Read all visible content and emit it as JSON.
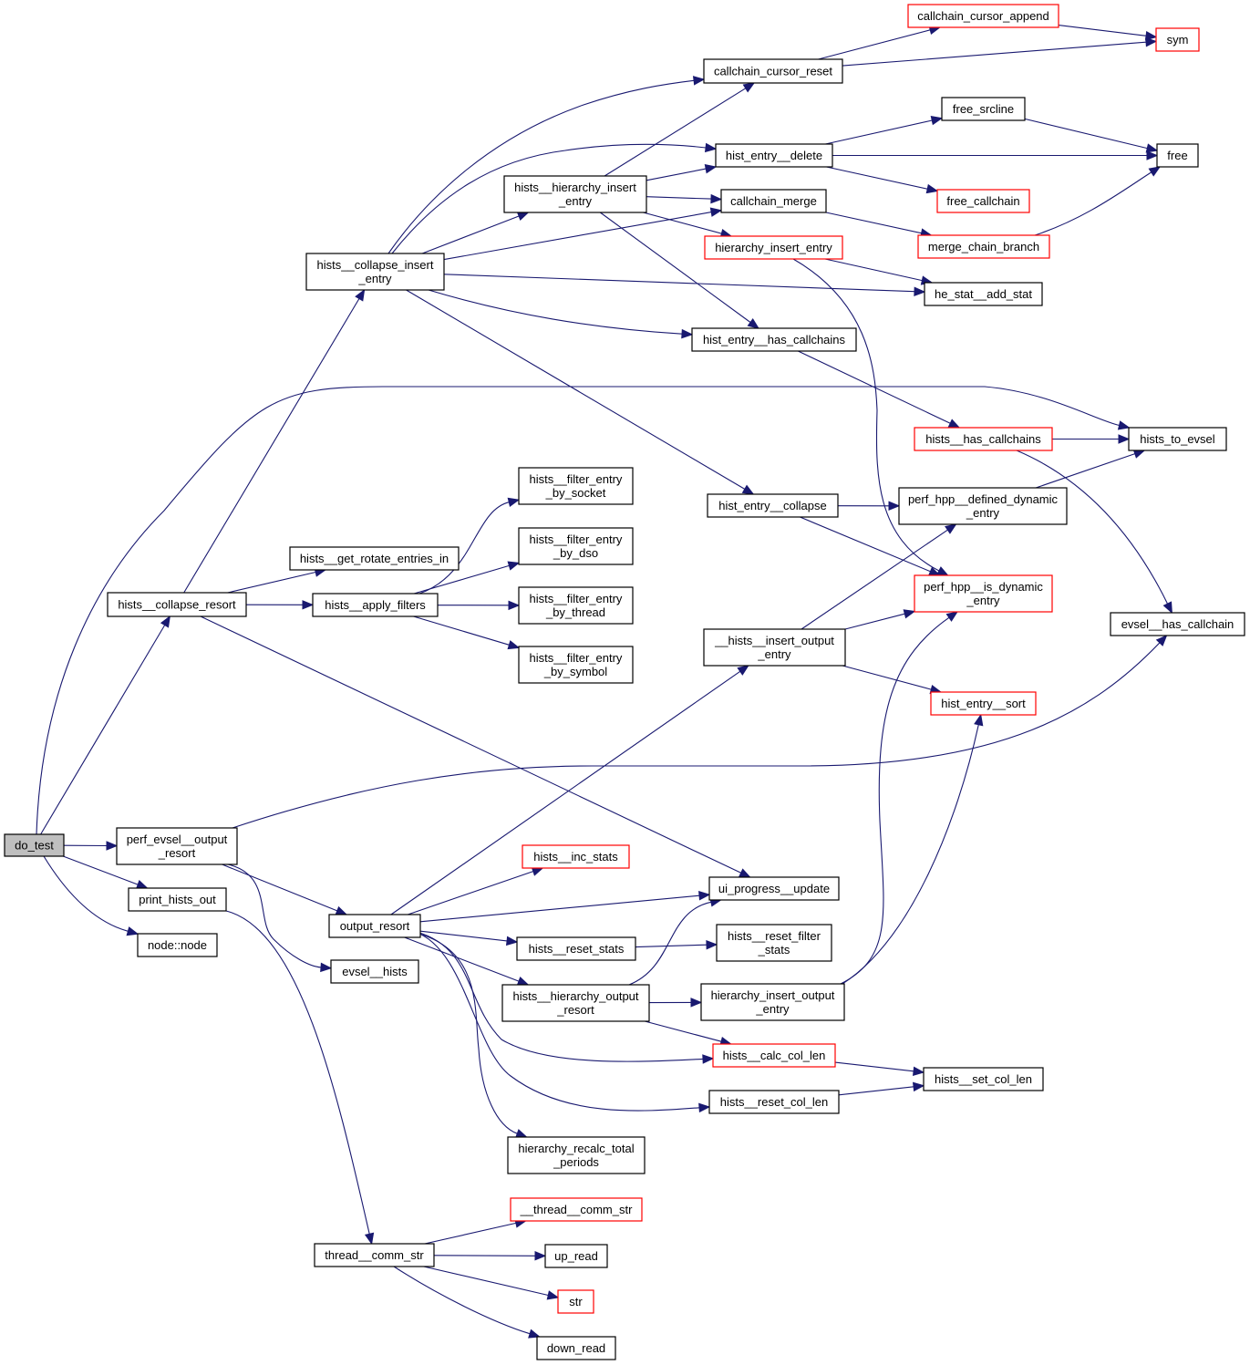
{
  "title": "do_test call graph",
  "colors": {
    "edge": "#191970",
    "node_border": "#000000",
    "node_border_truncated": "#ff0000",
    "root_fill": "#bfbfbf"
  },
  "nodes": [
    {
      "id": "do_test",
      "label": [
        "do_test"
      ],
      "style": "root"
    },
    {
      "id": "hists__collapse_resort",
      "label": [
        "hists__collapse_resort"
      ],
      "style": "normal"
    },
    {
      "id": "perf_evsel__output_resort",
      "label": [
        "perf_evsel__output",
        "_resort"
      ],
      "style": "normal"
    },
    {
      "id": "print_hists_out",
      "label": [
        "print_hists_out"
      ],
      "style": "normal"
    },
    {
      "id": "node_node",
      "label": [
        "node::node"
      ],
      "style": "normal"
    },
    {
      "id": "hists__collapse_insert_entry",
      "label": [
        "hists__collapse_insert",
        "_entry"
      ],
      "style": "normal"
    },
    {
      "id": "hists__get_rotate_entries_in",
      "label": [
        "hists__get_rotate_entries_in"
      ],
      "style": "normal"
    },
    {
      "id": "hists__apply_filters",
      "label": [
        "hists__apply_filters"
      ],
      "style": "normal"
    },
    {
      "id": "output_resort",
      "label": [
        "output_resort"
      ],
      "style": "normal"
    },
    {
      "id": "evsel__hists",
      "label": [
        "evsel__hists"
      ],
      "style": "normal"
    },
    {
      "id": "thread__comm_str",
      "label": [
        "thread__comm_str"
      ],
      "style": "normal"
    },
    {
      "id": "hists__hierarchy_insert_entry",
      "label": [
        "hists__hierarchy_insert",
        "_entry"
      ],
      "style": "normal"
    },
    {
      "id": "hists__filter_entry_by_socket",
      "label": [
        "hists__filter_entry",
        "_by_socket"
      ],
      "style": "normal"
    },
    {
      "id": "hists__filter_entry_by_dso",
      "label": [
        "hists__filter_entry",
        "_by_dso"
      ],
      "style": "normal"
    },
    {
      "id": "hists__filter_entry_by_thread",
      "label": [
        "hists__filter_entry",
        "_by_thread"
      ],
      "style": "normal"
    },
    {
      "id": "hists__filter_entry_by_symbol",
      "label": [
        "hists__filter_entry",
        "_by_symbol"
      ],
      "style": "normal"
    },
    {
      "id": "hists__inc_stats",
      "label": [
        "hists__inc_stats"
      ],
      "style": "truncated"
    },
    {
      "id": "hists__reset_stats",
      "label": [
        "hists__reset_stats"
      ],
      "style": "normal"
    },
    {
      "id": "hists__hierarchy_output_resort",
      "label": [
        "hists__hierarchy_output",
        "_resort"
      ],
      "style": "normal"
    },
    {
      "id": "hierarchy_recalc_total_periods",
      "label": [
        "hierarchy_recalc_total",
        "_periods"
      ],
      "style": "normal"
    },
    {
      "id": "__thread__comm_str",
      "label": [
        "__thread__comm_str"
      ],
      "style": "truncated"
    },
    {
      "id": "up_read",
      "label": [
        "up_read"
      ],
      "style": "normal"
    },
    {
      "id": "str",
      "label": [
        "str"
      ],
      "style": "truncated"
    },
    {
      "id": "down_read",
      "label": [
        "down_read"
      ],
      "style": "normal"
    },
    {
      "id": "callchain_cursor_reset",
      "label": [
        "callchain_cursor_reset"
      ],
      "style": "normal"
    },
    {
      "id": "hist_entry__delete",
      "label": [
        "hist_entry__delete"
      ],
      "style": "normal"
    },
    {
      "id": "callchain_merge",
      "label": [
        "callchain_merge"
      ],
      "style": "normal"
    },
    {
      "id": "hierarchy_insert_entry",
      "label": [
        "hierarchy_insert_entry"
      ],
      "style": "truncated"
    },
    {
      "id": "hist_entry__has_callchains",
      "label": [
        "hist_entry__has_callchains"
      ],
      "style": "normal"
    },
    {
      "id": "hist_entry__collapse",
      "label": [
        "hist_entry__collapse"
      ],
      "style": "normal"
    },
    {
      "id": "__hists__insert_output_entry",
      "label": [
        "__hists__insert_output",
        "_entry"
      ],
      "style": "normal"
    },
    {
      "id": "ui_progress__update",
      "label": [
        "ui_progress__update"
      ],
      "style": "normal"
    },
    {
      "id": "hists__reset_filter_stats",
      "label": [
        "hists__reset_filter",
        "_stats"
      ],
      "style": "normal"
    },
    {
      "id": "hierarchy_insert_output_entry",
      "label": [
        "hierarchy_insert_output",
        "_entry"
      ],
      "style": "normal"
    },
    {
      "id": "hists__calc_col_len",
      "label": [
        "hists__calc_col_len"
      ],
      "style": "truncated"
    },
    {
      "id": "hists__reset_col_len",
      "label": [
        "hists__reset_col_len"
      ],
      "style": "normal"
    },
    {
      "id": "callchain_cursor_append",
      "label": [
        "callchain_cursor_append"
      ],
      "style": "truncated"
    },
    {
      "id": "free_srcline",
      "label": [
        "free_srcline"
      ],
      "style": "normal"
    },
    {
      "id": "free_callchain",
      "label": [
        "free_callchain"
      ],
      "style": "truncated"
    },
    {
      "id": "merge_chain_branch",
      "label": [
        "merge_chain_branch"
      ],
      "style": "truncated"
    },
    {
      "id": "he_stat__add_stat",
      "label": [
        "he_stat__add_stat"
      ],
      "style": "normal"
    },
    {
      "id": "hists__has_callchains",
      "label": [
        "hists__has_callchains"
      ],
      "style": "truncated"
    },
    {
      "id": "perf_hpp__defined_dynamic_entry",
      "label": [
        "perf_hpp__defined_dynamic",
        "_entry"
      ],
      "style": "normal"
    },
    {
      "id": "perf_hpp__is_dynamic_entry",
      "label": [
        "perf_hpp__is_dynamic",
        "_entry"
      ],
      "style": "truncated"
    },
    {
      "id": "hist_entry__sort",
      "label": [
        "hist_entry__sort"
      ],
      "style": "truncated"
    },
    {
      "id": "hists__set_col_len",
      "label": [
        "hists__set_col_len"
      ],
      "style": "normal"
    },
    {
      "id": "sym",
      "label": [
        "sym"
      ],
      "style": "truncated"
    },
    {
      "id": "free",
      "label": [
        "free"
      ],
      "style": "normal"
    },
    {
      "id": "hists_to_evsel",
      "label": [
        "hists_to_evsel"
      ],
      "style": "normal"
    },
    {
      "id": "evsel__has_callchain",
      "label": [
        "evsel__has_callchain"
      ],
      "style": "normal"
    }
  ],
  "edges": [
    [
      "do_test",
      "hists__collapse_resort"
    ],
    [
      "do_test",
      "perf_evsel__output_resort"
    ],
    [
      "do_test",
      "print_hists_out"
    ],
    [
      "do_test",
      "node_node"
    ],
    [
      "do_test",
      "hists_to_evsel"
    ],
    [
      "hists__collapse_resort",
      "hists__collapse_insert_entry"
    ],
    [
      "hists__collapse_resort",
      "hists__get_rotate_entries_in"
    ],
    [
      "hists__collapse_resort",
      "hists__apply_filters"
    ],
    [
      "hists__collapse_resort",
      "ui_progress__update"
    ],
    [
      "hists__apply_filters",
      "hists__filter_entry_by_socket"
    ],
    [
      "hists__apply_filters",
      "hists__filter_entry_by_dso"
    ],
    [
      "hists__apply_filters",
      "hists__filter_entry_by_thread"
    ],
    [
      "hists__apply_filters",
      "hists__filter_entry_by_symbol"
    ],
    [
      "hists__collapse_insert_entry",
      "callchain_cursor_reset"
    ],
    [
      "hists__collapse_insert_entry",
      "hist_entry__delete"
    ],
    [
      "hists__collapse_insert_entry",
      "hists__hierarchy_insert_entry"
    ],
    [
      "hists__collapse_insert_entry",
      "callchain_merge"
    ],
    [
      "hists__collapse_insert_entry",
      "he_stat__add_stat"
    ],
    [
      "hists__collapse_insert_entry",
      "hist_entry__has_callchains"
    ],
    [
      "hists__collapse_insert_entry",
      "hist_entry__collapse"
    ],
    [
      "hists__hierarchy_insert_entry",
      "callchain_cursor_reset"
    ],
    [
      "hists__hierarchy_insert_entry",
      "hist_entry__delete"
    ],
    [
      "hists__hierarchy_insert_entry",
      "callchain_merge"
    ],
    [
      "hists__hierarchy_insert_entry",
      "hierarchy_insert_entry"
    ],
    [
      "hists__hierarchy_insert_entry",
      "hist_entry__has_callchains"
    ],
    [
      "callchain_cursor_reset",
      "callchain_cursor_append"
    ],
    [
      "callchain_cursor_reset",
      "sym"
    ],
    [
      "callchain_cursor_append",
      "sym"
    ],
    [
      "hist_entry__delete",
      "free_srcline"
    ],
    [
      "hist_entry__delete",
      "free"
    ],
    [
      "hist_entry__delete",
      "free_callchain"
    ],
    [
      "free_srcline",
      "free"
    ],
    [
      "callchain_merge",
      "merge_chain_branch"
    ],
    [
      "merge_chain_branch",
      "free"
    ],
    [
      "hierarchy_insert_entry",
      "he_stat__add_stat"
    ],
    [
      "hierarchy_insert_entry",
      "perf_hpp__is_dynamic_entry"
    ],
    [
      "hist_entry__has_callchains",
      "hists__has_callchains"
    ],
    [
      "hists__has_callchains",
      "hists_to_evsel"
    ],
    [
      "hists__has_callchains",
      "evsel__has_callchain"
    ],
    [
      "hist_entry__collapse",
      "perf_hpp__defined_dynamic_entry"
    ],
    [
      "hist_entry__collapse",
      "perf_hpp__is_dynamic_entry"
    ],
    [
      "perf_hpp__defined_dynamic_entry",
      "hists_to_evsel"
    ],
    [
      "perf_evsel__output_resort",
      "evsel__has_callchain"
    ],
    [
      "perf_evsel__output_resort",
      "output_resort"
    ],
    [
      "perf_evsel__output_resort",
      "evsel__hists"
    ],
    [
      "print_hists_out",
      "thread__comm_str"
    ],
    [
      "output_resort",
      "__hists__insert_output_entry"
    ],
    [
      "output_resort",
      "hists__inc_stats"
    ],
    [
      "output_resort",
      "ui_progress__update"
    ],
    [
      "output_resort",
      "hists__reset_stats"
    ],
    [
      "output_resort",
      "hists__hierarchy_output_resort"
    ],
    [
      "output_resort",
      "hists__calc_col_len"
    ],
    [
      "output_resort",
      "hists__reset_col_len"
    ],
    [
      "output_resort",
      "hierarchy_recalc_total_periods"
    ],
    [
      "__hists__insert_output_entry",
      "perf_hpp__defined_dynamic_entry"
    ],
    [
      "__hists__insert_output_entry",
      "perf_hpp__is_dynamic_entry"
    ],
    [
      "__hists__insert_output_entry",
      "hist_entry__sort"
    ],
    [
      "hists__reset_stats",
      "hists__reset_filter_stats"
    ],
    [
      "hists__hierarchy_output_resort",
      "ui_progress__update"
    ],
    [
      "hists__hierarchy_output_resort",
      "hierarchy_insert_output_entry"
    ],
    [
      "hists__hierarchy_output_resort",
      "hists__calc_col_len"
    ],
    [
      "hierarchy_insert_output_entry",
      "perf_hpp__is_dynamic_entry"
    ],
    [
      "hierarchy_insert_output_entry",
      "hist_entry__sort"
    ],
    [
      "hists__calc_col_len",
      "hists__set_col_len"
    ],
    [
      "hists__reset_col_len",
      "hists__set_col_len"
    ],
    [
      "thread__comm_str",
      "__thread__comm_str"
    ],
    [
      "thread__comm_str",
      "up_read"
    ],
    [
      "thread__comm_str",
      "str"
    ],
    [
      "thread__comm_str",
      "down_read"
    ]
  ]
}
